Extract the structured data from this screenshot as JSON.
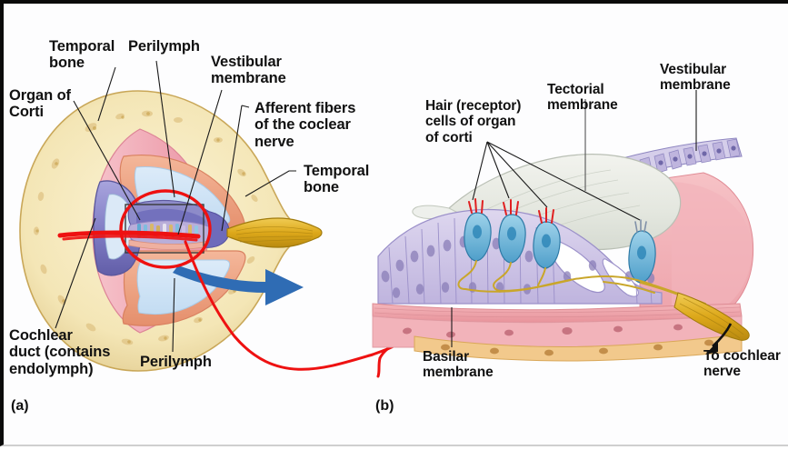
{
  "figure": {
    "kind": "anatomy-diagram",
    "subject": "Cochlea cross-section and organ of Corti",
    "background_color": "#fdfdfe",
    "border_color": "#0a0a0a"
  },
  "panels": [
    {
      "id": "a",
      "id_label": "(a)",
      "name": "cochlea-cross-section",
      "labels": [
        {
          "key": "temporal_bone_top",
          "text": "Temporal\nbone"
        },
        {
          "key": "perilymph_top",
          "text": "Perilymph"
        },
        {
          "key": "vestibular_membrane",
          "text": "Vestibular\nmembrane"
        },
        {
          "key": "organ_of_corti",
          "text": "Organ of\nCorti"
        },
        {
          "key": "afferent_fibers",
          "text": "Afferent fibers\nof the coclear\nnerve"
        },
        {
          "key": "temporal_bone_right",
          "text": "Temporal\nbone"
        },
        {
          "key": "cochlear_duct",
          "text": "Cochlear\nduct (contains\nendolymph)"
        },
        {
          "key": "perilymph_bottom",
          "text": "Perilymph"
        }
      ]
    },
    {
      "id": "b",
      "id_label": "(b)",
      "name": "organ-of-corti-detail",
      "labels": [
        {
          "key": "hair_cells",
          "text": "Hair (receptor)\ncells of organ\nof corti"
        },
        {
          "key": "tectorial_membrane",
          "text": "Tectorial\nmembrane"
        },
        {
          "key": "vestibular_membrane_b",
          "text": "Vestibular\nmembrane"
        },
        {
          "key": "basilar_membrane",
          "text": "Basilar\nmembrane"
        },
        {
          "key": "to_cochlear_nerve",
          "text": "To cochlear\nnerve"
        }
      ]
    }
  ],
  "annotations": {
    "zoom_arrow": {
      "name": "blue-zoom-arrow",
      "color": "#2f6cb4"
    },
    "red_circle": {
      "name": "red-highlight-circle",
      "color": "#ee1111"
    },
    "red_underline": {
      "name": "red-underline-stroke",
      "color": "#ee1111"
    },
    "red_curve": {
      "name": "red-pointer-curve",
      "color": "#ee1111"
    },
    "detail_box": {
      "name": "detail-rectangle",
      "color": "#333333"
    },
    "nerve_arrow": {
      "name": "black-nerve-arrow",
      "color": "#111111"
    }
  },
  "palette": {
    "bone_cream": "#f6e9bd",
    "bone_tan": "#cfa63f",
    "spiral_ligament_pink": "#f0a8b4",
    "scala_wall_salmon": "#eda080",
    "scala_lumen_blue": "#cfe3f6",
    "cochlear_duct_purple": "#8f8ed0",
    "nerve_gold": "#d8a81c",
    "hair_cell_blue": "#6fb8dd",
    "support_cell_lavender": "#cfc6e6",
    "tectorial_gray": "#e7e9e2",
    "basilar_pink": "#f0aab0",
    "basement_tan": "#f0c98a",
    "stereocilia_red": "#e02020"
  }
}
